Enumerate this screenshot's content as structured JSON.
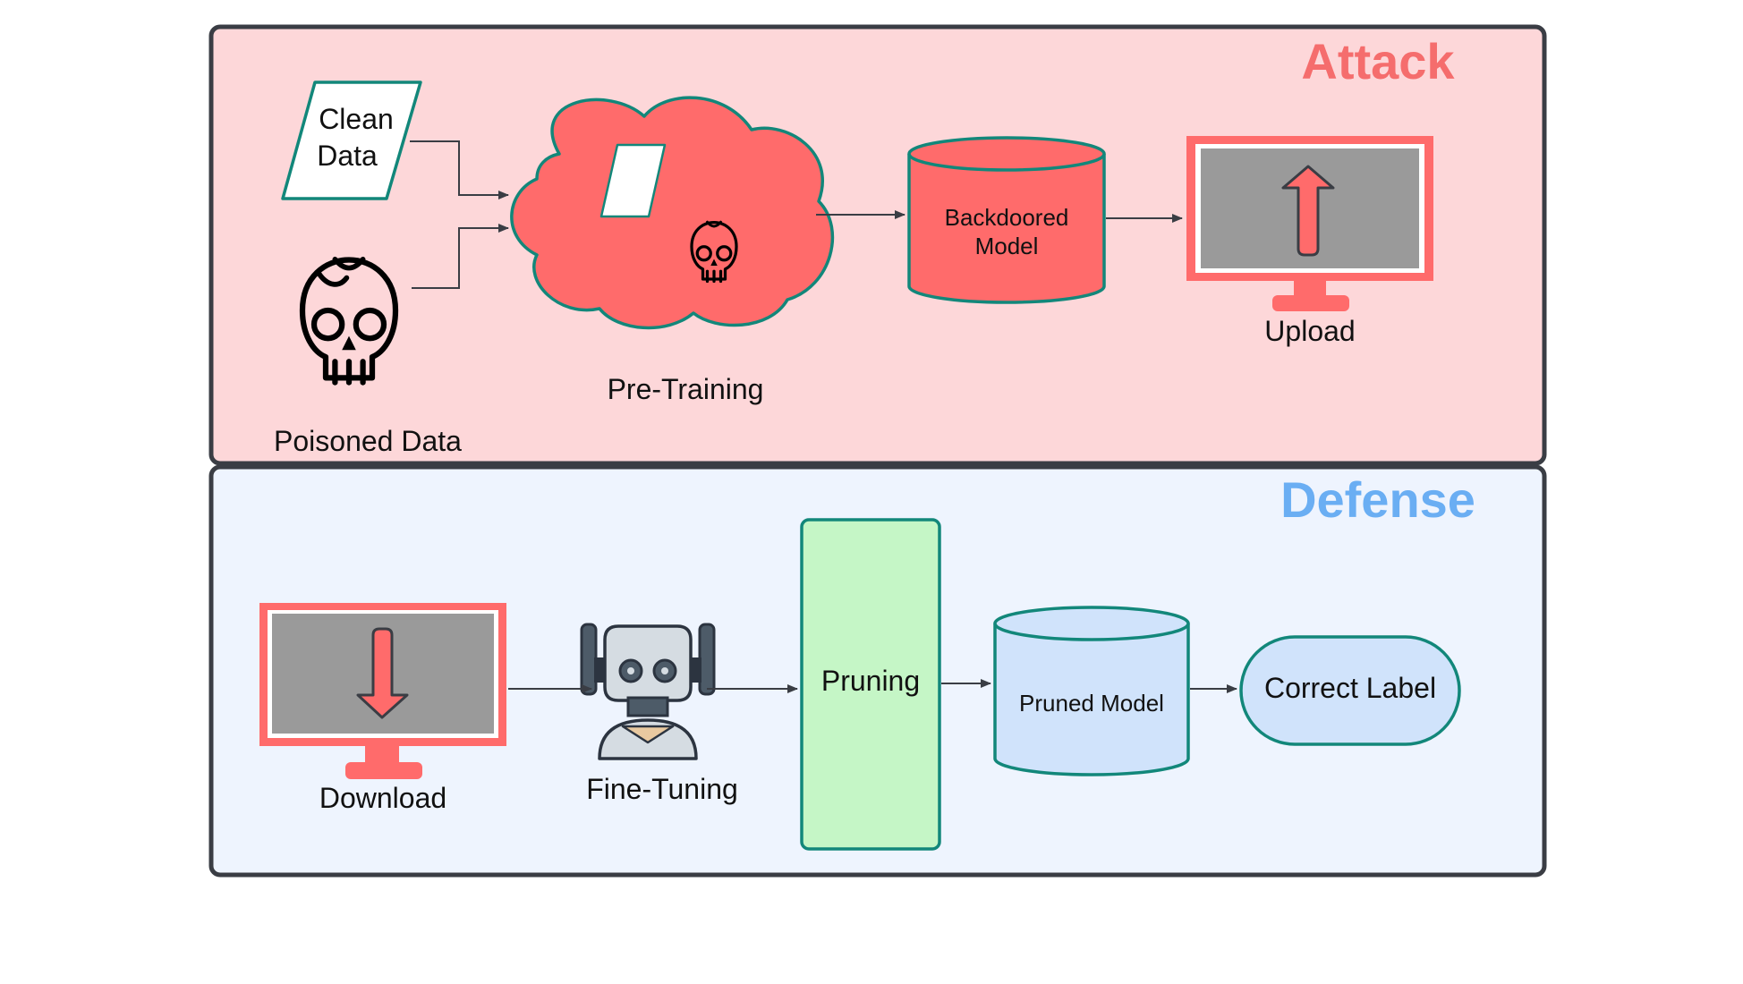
{
  "colors": {
    "attack_bg": "#FDD7D9",
    "defense_bg": "#EEF4FE",
    "panel_border": "#3A3D44",
    "attack_title": "#F56D6D",
    "defense_title": "#6AAEF3",
    "red_fill": "#FF6B6B",
    "teal_stroke": "#12877A",
    "screen_gray": "#9A9A9A",
    "green_fill": "#C5F6C6",
    "blue_fill": "#D0E3FB",
    "arrow": "#3A3D44"
  },
  "attack": {
    "title": "Attack",
    "clean_data": [
      "Clean",
      "Data"
    ],
    "poisoned_data": "Poisoned Data",
    "pre_training": "Pre-Training",
    "backdoored_model": [
      "Backdoored",
      "Model"
    ],
    "upload": "Upload"
  },
  "defense": {
    "title": "Defense",
    "download": "Download",
    "fine_tuning": "Fine-Tuning",
    "pruning": "Pruning",
    "pruned_model": "Pruned Model",
    "correct_label": "Correct Label"
  },
  "icons": {
    "skull": "skull-icon",
    "upload_arrow": "arrow-up-icon",
    "download_arrow": "arrow-down-icon",
    "robot": "robot-icon",
    "monitor": "monitor-icon"
  }
}
